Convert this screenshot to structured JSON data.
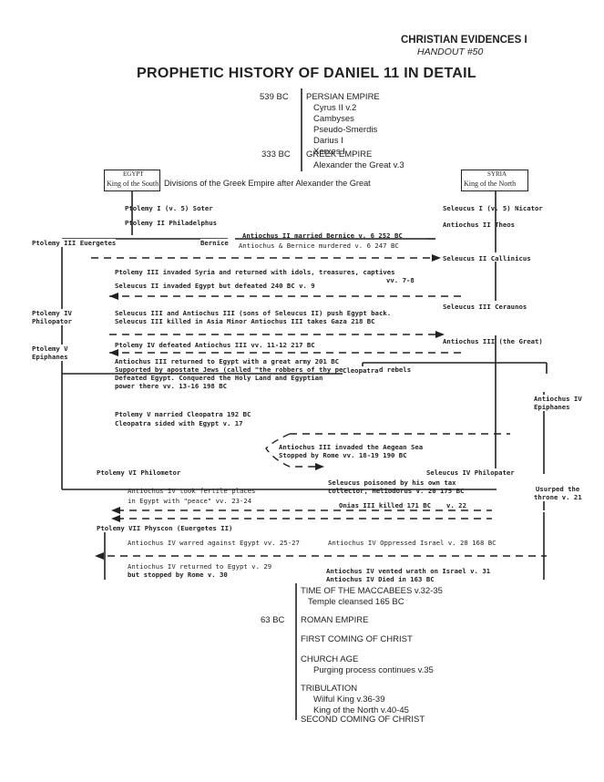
{
  "header": {
    "course": "CHRISTIAN EVIDENCES I",
    "handout": "HANDOUT #50",
    "title": "PROPHETIC HISTORY OF DANIEL 11 IN DETAIL"
  },
  "top_timeline": {
    "persian": {
      "year": "539 BC",
      "label": "PERSIAN EMPIRE"
    },
    "persian_kings": [
      "Cyrus II  v.2",
      "Cambyses",
      "Pseudo-Smerdis",
      "Darius I",
      "Xerxes I"
    ],
    "greek": {
      "year": "333 BC",
      "label": "GREEK EMPIRE"
    },
    "greek_king": "Alexander the Great  v.3"
  },
  "kingdoms": {
    "south": {
      "name": "EGYPT",
      "title": "King of the South"
    },
    "north": {
      "name": "SYRIA",
      "title": "King of the North"
    },
    "division_text": "Divisions of the Greek Empire after Alexander the Great"
  },
  "south_kings": [
    "Ptolemy I (v. 5) Soter",
    "Ptolemy II Philadelphus",
    "Ptolemy III Euergetes",
    "Bernice",
    "Ptolemy IV",
    "Philopator",
    "Ptolemy V",
    "Epiphanes",
    "Ptolemy VI Philometor",
    "Ptolemy VII  Physcon (Euergetes II)"
  ],
  "north_kings": [
    "Seleucus I (v. 5) Nicator",
    "Antiochus II Theos",
    "Seleucus II Callinicus",
    "Seleucus III Ceraunos",
    "Antiochus III (the Great)",
    "Antiochus IV",
    "Epiphanes",
    "Seleucus IV Philopater",
    "Usurped the",
    "throne v. 21"
  ],
  "events": {
    "marriage": "Antiochus II married Bernice v. 6  252 BC",
    "murder": "Antiochus & Bernice murdered v. 6  247 BC",
    "ptolemy3_invade": "Ptolemy III invaded Syria and returned with idols, treasures, captives",
    "v78": "vv. 7-8",
    "seleucus2_defeat": "Seleucus II invaded Egypt but defeated  240 BC  v. 9",
    "sons_push_1": "Seleucus III and Antiochus III (sons of Seleucus II) push Egypt back.",
    "sons_push_2": "Seleucus III killed in Asia Minor  Antiochus III takes Gaza  218 BC",
    "ptolemy4_defeat": "Ptolemy IV defeated Antiochus III  vv. 11-12  217 BC",
    "antiochus3_return": [
      "Antiochus III returned to Egypt with a great army  201 BC",
      "Supported by apostate Jews (called \"the robbers of thy people\") and rebels",
      "Defeated Egypt.  Conquered the Holy Land and Egyptian",
      "power there vv. 13-16  198 BC"
    ],
    "cleopatra": "Cleopatra",
    "ptolemy5_married": "Ptolemy V married Cleopatra  192 BC",
    "cleopatra_sided": "Cleopatra sided with Egypt v. 17",
    "aegean_1": "Antiochus III invaded the Aegean Sea",
    "aegean_2": "Stopped by Rome vv. 18-19  190 BC",
    "seleucus4_poisoned_1": "Seleucus poisoned by his own tax",
    "seleucus4_poisoned_2": "collector, Heliodorus v. 20  175 BC",
    "antiochus4_fertile_1": "Antiochus IV took fertile places",
    "antiochus4_fertile_2": "in Egypt with \"peace\" vv. 23-24",
    "onias": "Onias III killed 171 BC",
    "v22": "v. 22",
    "warred": "Antiochus IV warred against Egypt vv. 25-27",
    "oppressed": "Antiochus IV  Oppressed Israel v. 28 168 BC",
    "returned_1": "Antiochus IV returned to Egypt v. 29",
    "returned_2": "but stopped by Rome v. 30",
    "vented_1": "Antiochus IV vented wrath on Israel v. 31",
    "vented_2": "Antiochus IV Died in 163 BC"
  },
  "bottom_timeline": {
    "maccabees": "TIME OF THE MACCABEES  v.32-35",
    "temple": "Temple cleansed  165 BC",
    "rome_year": "63 BC",
    "rome": "ROMAN EMPIRE",
    "first_coming": "FIRST COMING OF CHRIST",
    "church_age": "CHURCH AGE",
    "purging": "Purging process continues  v.35",
    "tribulation": "TRIBULATION",
    "wilful_king": "Wilful King  v.36-39",
    "king_north": "King of the North  v.40-45",
    "second_coming": "SECOND COMING OF CHRIST"
  }
}
